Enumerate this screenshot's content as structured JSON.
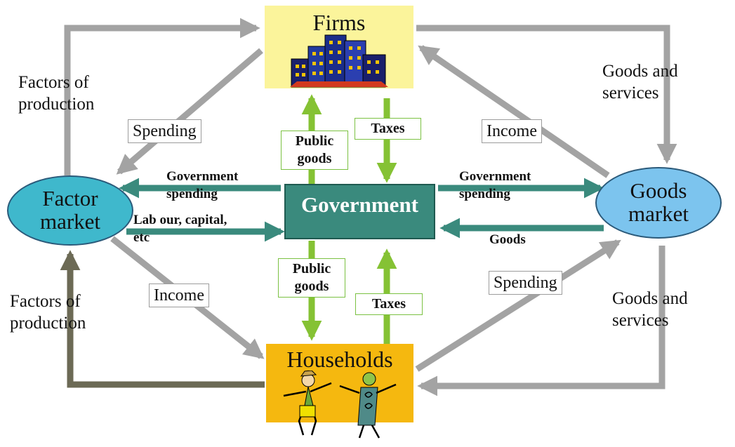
{
  "colors": {
    "firms_fill": "#fbf49b",
    "households_fill": "#f5b80f",
    "government_fill": "#3a8a7d",
    "factor_market_fill": "#3fb8cc",
    "goods_market_fill": "#7cc4ee",
    "gray_arrow": "#a3a3a3",
    "teal_arrow": "#3a8a7d",
    "green_arrow": "#85c234",
    "olive_arrow": "#6c6a55"
  },
  "nodes": {
    "firms": "Firms",
    "households": "Households",
    "government": "Government",
    "factor_market": [
      "Factor",
      "market"
    ],
    "goods_market": [
      "Goods",
      "market"
    ]
  },
  "labels": {
    "factors_top": [
      "Factors of",
      "production"
    ],
    "factors_bottom": [
      "Factors of",
      "production"
    ],
    "goods_services_top": [
      "Goods and",
      "services"
    ],
    "goods_services_bottom": [
      "Goods and",
      "services"
    ],
    "spending_top": "Spending",
    "spending_bottom": "Spending",
    "income_top": "Income",
    "income_bottom": "Income",
    "public_goods_top": [
      "Public",
      "goods"
    ],
    "public_goods_bottom": [
      "Public",
      "goods"
    ],
    "taxes_top": "Taxes",
    "taxes_bottom": "Taxes",
    "gov_spending_left": [
      "Government",
      "spending"
    ],
    "gov_spending_right": [
      "Government",
      "spending"
    ],
    "labour": [
      "Lab our, capital,",
      "etc"
    ],
    "goods": "Goods"
  },
  "icons": [
    "city-buildings-icon",
    "dancing-people-icon"
  ]
}
